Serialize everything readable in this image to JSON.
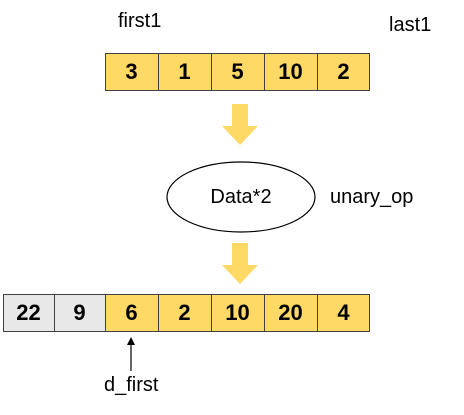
{
  "labels": {
    "first1": "first1",
    "last1": "last1",
    "unary_op": "unary_op",
    "d_first": "d_first"
  },
  "input_array": [
    "3",
    "1",
    "5",
    "10",
    "2"
  ],
  "output_array": [
    "22",
    "9",
    "6",
    "2",
    "10",
    "20",
    "4"
  ],
  "operation": "Data*2",
  "colors": {
    "highlight": "#ffd966",
    "unchanged": "#e8e8e8",
    "arrow": "#ffd966",
    "border": "#404040"
  }
}
